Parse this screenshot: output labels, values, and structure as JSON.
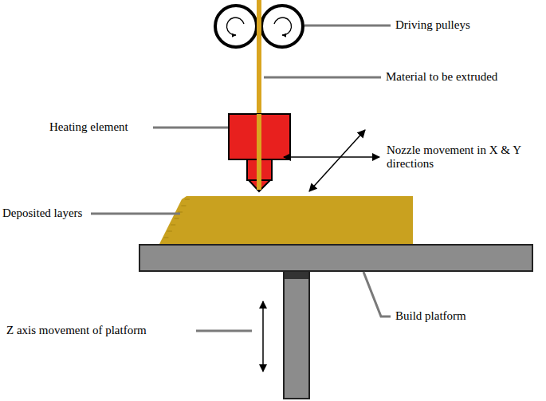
{
  "diagram": {
    "labels": [
      "Driving pulleys",
      "Material to be extruded",
      "Heating element",
      "Nozzle movement in X & Y directions",
      "Deposited layers",
      "Build platform",
      "Z axis movement of platform"
    ]
  }
}
